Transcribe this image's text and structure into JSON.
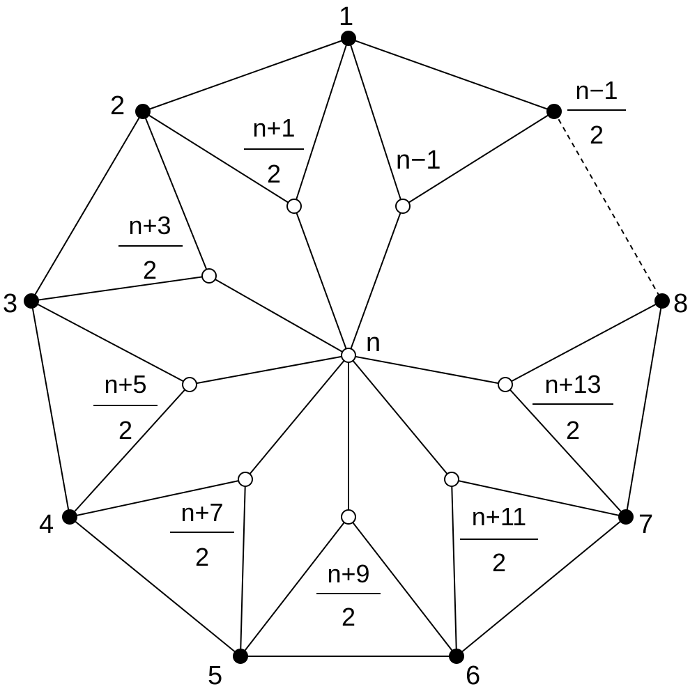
{
  "outer_labels": [
    "1",
    "2",
    "3",
    "4",
    "5",
    "6",
    "7",
    "8"
  ],
  "center_label": "n",
  "label_n_minus_1": "n−1",
  "fractions": [
    {
      "num": "n−1",
      "den": "2"
    },
    {
      "num": "n+1",
      "den": "2"
    },
    {
      "num": "n+3",
      "den": "2"
    },
    {
      "num": "n+5",
      "den": "2"
    },
    {
      "num": "n+7",
      "den": "2"
    },
    {
      "num": "n+9",
      "den": "2"
    },
    {
      "num": "n+11",
      "den": "2"
    },
    {
      "num": "n+13",
      "den": "2"
    }
  ],
  "colors": {
    "stroke": "#000000",
    "filled_node": "#000000",
    "open_node": "#ffffff"
  }
}
